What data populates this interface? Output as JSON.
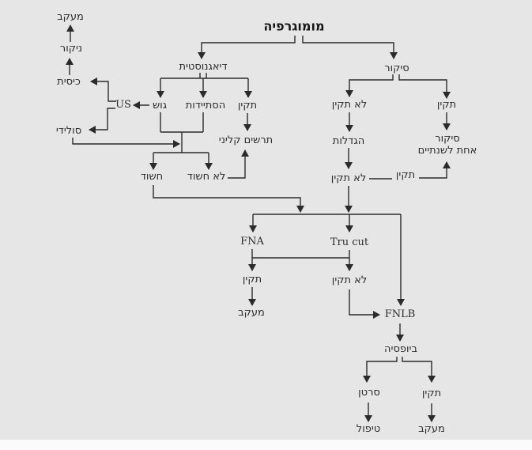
{
  "diagram": {
    "title": "מומוגרפיה",
    "colors": {
      "background": "#e6e6e6",
      "line": "#2b2b2b",
      "text": "#2d2d2d",
      "footer": "#fbfbfb"
    },
    "nodes": {
      "mammography": "מומוגרפיה",
      "diagnostic": "דיאגנוסטית",
      "screening": "סיקור",
      "followup_top": "מעקב",
      "aspiration": "ניקור",
      "cystic": "כיסית",
      "us": "US",
      "solid": "סולידי",
      "mass": "גוש",
      "calcification": "הסתיידות",
      "normal_diag": "תקין",
      "clinical_chart": "תרשים קליני",
      "suspicious": "חשוד",
      "not_suspicious": "לא חשוד",
      "abnormal_screen": "לא תקין",
      "normal_screen": "תקין",
      "magnification": "הגדלות",
      "abnormal_mag": "לא תקין",
      "normal_mag": "תקין",
      "biennial_screen_line1": "סיקור",
      "biennial_screen_line2": "אחת לשנתיים",
      "fna": "FNA",
      "tru_cut": "Tru cut",
      "normal_fna": "תקין",
      "abnormal_tru": "לא תקין",
      "followup_fna": "מעקב",
      "fnlb": "FNLB",
      "biopsy": "ביופסיה",
      "cancer": "סרטן",
      "normal_biopsy": "תקין",
      "treatment": "טיפול",
      "followup_biopsy": "מעקב"
    }
  }
}
